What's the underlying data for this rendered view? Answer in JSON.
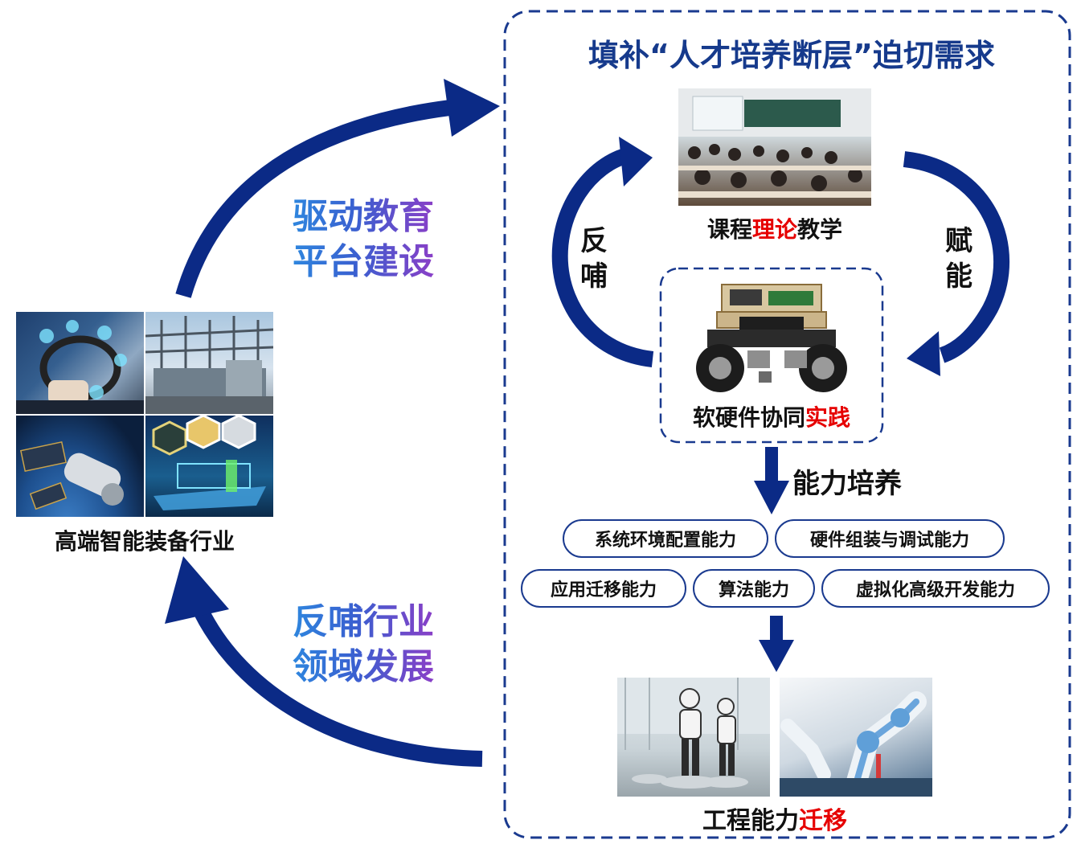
{
  "title": {
    "prefix": "填补",
    "quoted": "“人才培养断层”",
    "suffix": "迫切需求"
  },
  "industry": {
    "label": "高端智能装备行业",
    "images": [
      "smart-driving-image",
      "power-substation-image",
      "space-station-image",
      "smart-ship-image"
    ]
  },
  "left_arrows": {
    "top_label_line1": "驱动教育",
    "top_label_line2": "平台建设",
    "bottom_label_line1": "反哺行业",
    "bottom_label_line2": "领域发展"
  },
  "cycle": {
    "left_label_line1": "反",
    "left_label_line2": "哺",
    "right_label_line1": "赋",
    "right_label_line2": "能"
  },
  "theory": {
    "caption_pre": "课程",
    "caption_em": "理论",
    "caption_post": "教学"
  },
  "practice": {
    "caption_pre": "软硬件协同",
    "caption_em": "实践"
  },
  "capability": {
    "arrow_label": "能力培养",
    "row1": [
      "系统环境配置能力",
      "硬件组装与调试能力"
    ],
    "row2": [
      "应用迁移能力",
      "算法能力",
      "虚拟化高级开发能力"
    ]
  },
  "transfer": {
    "caption_pre": "工程能力",
    "caption_em": "迁移"
  },
  "colors": {
    "arrow": "#0b2a86",
    "accent_red": "#e60000",
    "title_blue": "#163a8c",
    "pill_border": "#1a3a8f"
  }
}
